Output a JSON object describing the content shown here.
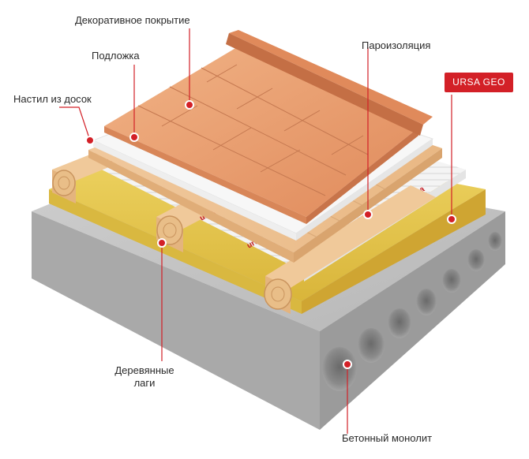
{
  "labels": {
    "decor": "Декоративное покрытие",
    "underlay": "Подложка",
    "deck": "Настил из досок",
    "vapor": "Пароизоляция",
    "logs": "Деревянные\nлаги",
    "concrete": "Бетонный монолит"
  },
  "badge": "URSA GEO",
  "brand_print": "ursa",
  "colors": {
    "accent": "#d32027",
    "concrete": "#b9b9b9",
    "insulation": "#e6c84a",
    "wood": "#e8a073",
    "text": "#2a2a2a"
  }
}
